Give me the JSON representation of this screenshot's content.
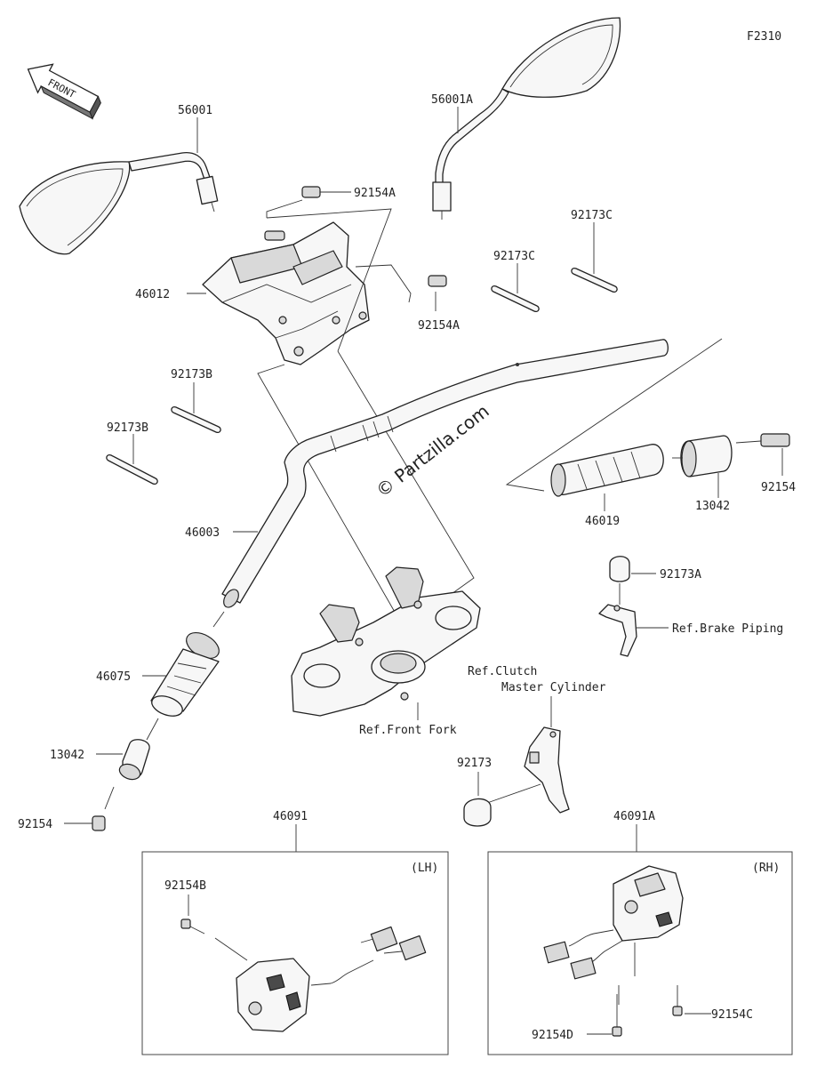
{
  "figure_code": "F2310",
  "front_arrow": "FRONT",
  "watermark": "© Partzilla.com",
  "labels": {
    "mirror_left": "56001",
    "mirror_right": "56001A",
    "bolt_top": "92154A",
    "bolt_mid": "92154A",
    "holder": "46012",
    "clip_c1": "92173C",
    "clip_c2": "92173C",
    "clip_b1": "92173B",
    "clip_b2": "92173B",
    "handlebar": "46003",
    "grip_right": "46019",
    "weight_right": "13042",
    "bolt_right": "92154",
    "clamp_a": "92173A",
    "ref_brake": "Ref.Brake Piping",
    "ref_clutch_1": "Ref.Clutch",
    "ref_clutch_2": "Master Cylinder",
    "ref_fork": "Ref.Front Fork",
    "grip_left": "46075",
    "weight_left": "13042",
    "bolt_left": "92154",
    "clamp": "92173",
    "switch_lh": "46091",
    "switch_rh": "46091A",
    "lh_tag": "(LH)",
    "rh_tag": "(RH)",
    "screw_b": "92154B",
    "screw_d": "92154D",
    "screw_c": "92154C"
  },
  "icons": [
    "front-arrow-icon",
    "mirror-icon",
    "bolt-icon",
    "handlebar-holder-icon",
    "clip-icon",
    "handlebar-icon",
    "grip-icon",
    "bar-end-weight-icon",
    "triple-clamp-icon",
    "bracket-icon",
    "switch-housing-icon",
    "connector-icon"
  ]
}
